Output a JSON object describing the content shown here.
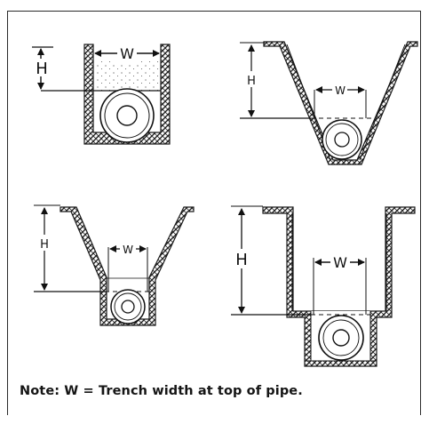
{
  "diagrams": [
    {
      "w_label": "W",
      "h_label": "H"
    },
    {
      "w_label": "W",
      "h_label": "H"
    },
    {
      "w_label": "W",
      "h_label": "H"
    },
    {
      "w_label": "W",
      "h_label": "H"
    }
  ],
  "note": "Note:  W = Trench width at top of pipe.",
  "colors": {
    "line": "#1a1a1a",
    "soil": "#333333",
    "background": "#ffffff"
  }
}
